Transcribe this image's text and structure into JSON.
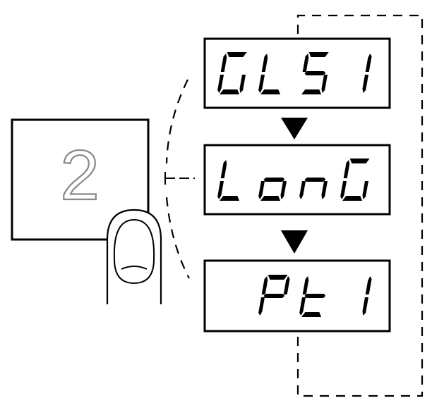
{
  "button": {
    "label": "2",
    "icon": "button-2-icon"
  },
  "displays": [
    {
      "text": "GLS1"
    },
    {
      "text": "LonG"
    },
    {
      "text": "Pt1"
    }
  ],
  "colors": {
    "stroke": "#000000",
    "background": "#ffffff",
    "button_digit_fill": "#ffffff",
    "button_digit_stroke": "#808080"
  }
}
